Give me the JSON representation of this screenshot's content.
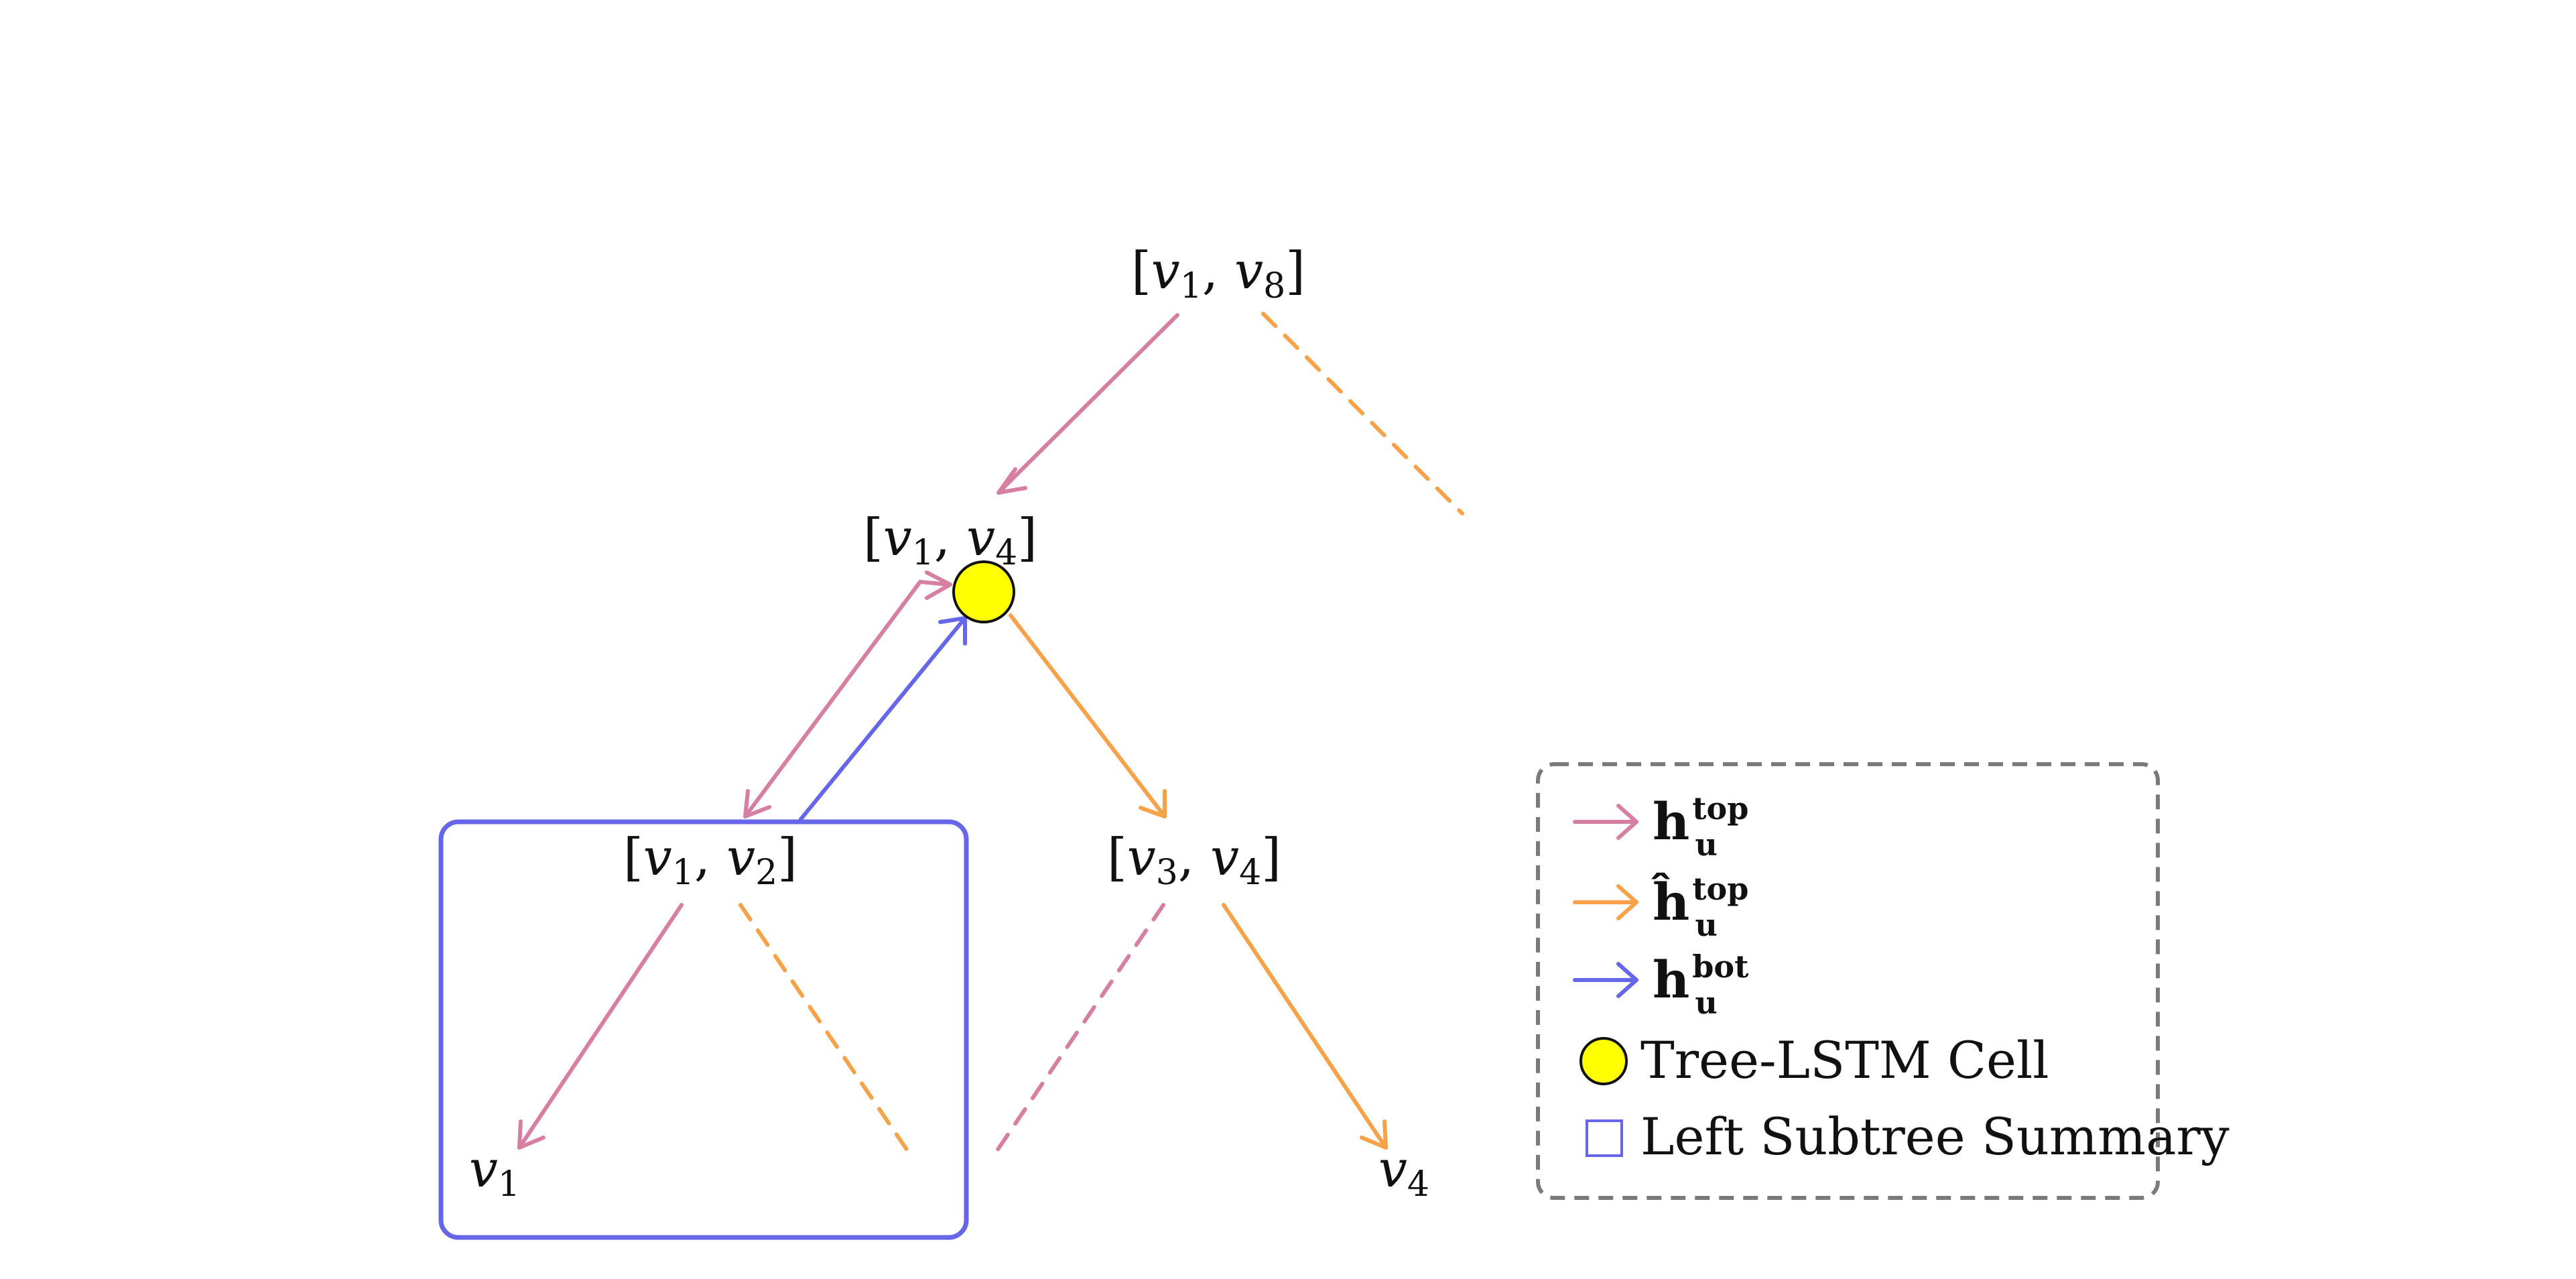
{
  "colors": {
    "top": "#d77fa1",
    "top_hat": "#f7a248",
    "bot": "#6666e8",
    "cell_fill": "#ffff00",
    "legend_border": "#7a7a7a"
  },
  "nodes": {
    "root": {
      "open": "[",
      "v": "v",
      "a": "1",
      "sep": ", ",
      "v2": "v",
      "b": "8",
      "close": "]"
    },
    "n14": {
      "open": "[",
      "v": "v",
      "a": "1",
      "sep": ", ",
      "v2": "v",
      "b": "4",
      "close": "]"
    },
    "n12": {
      "open": "[",
      "v": "v",
      "a": "1",
      "sep": ", ",
      "v2": "v",
      "b": "2",
      "close": "]"
    },
    "n34": {
      "open": "[",
      "v": "v",
      "a": "3",
      "sep": ", ",
      "v2": "v",
      "b": "4",
      "close": "]"
    },
    "leaf1": {
      "v": "v",
      "a": "1"
    },
    "leaf4": {
      "v": "v",
      "a": "4"
    }
  },
  "legend": {
    "h_top": {
      "base": "h",
      "sub": "u",
      "sup": "top"
    },
    "h_top_hat": {
      "base": "ĥ",
      "sub": "u",
      "sup": "top"
    },
    "h_bot": {
      "base": "h",
      "sub": "u",
      "sup": "bot"
    },
    "cell_label": "Tree-LSTM Cell",
    "box_label": "Left Subtree Summary"
  }
}
